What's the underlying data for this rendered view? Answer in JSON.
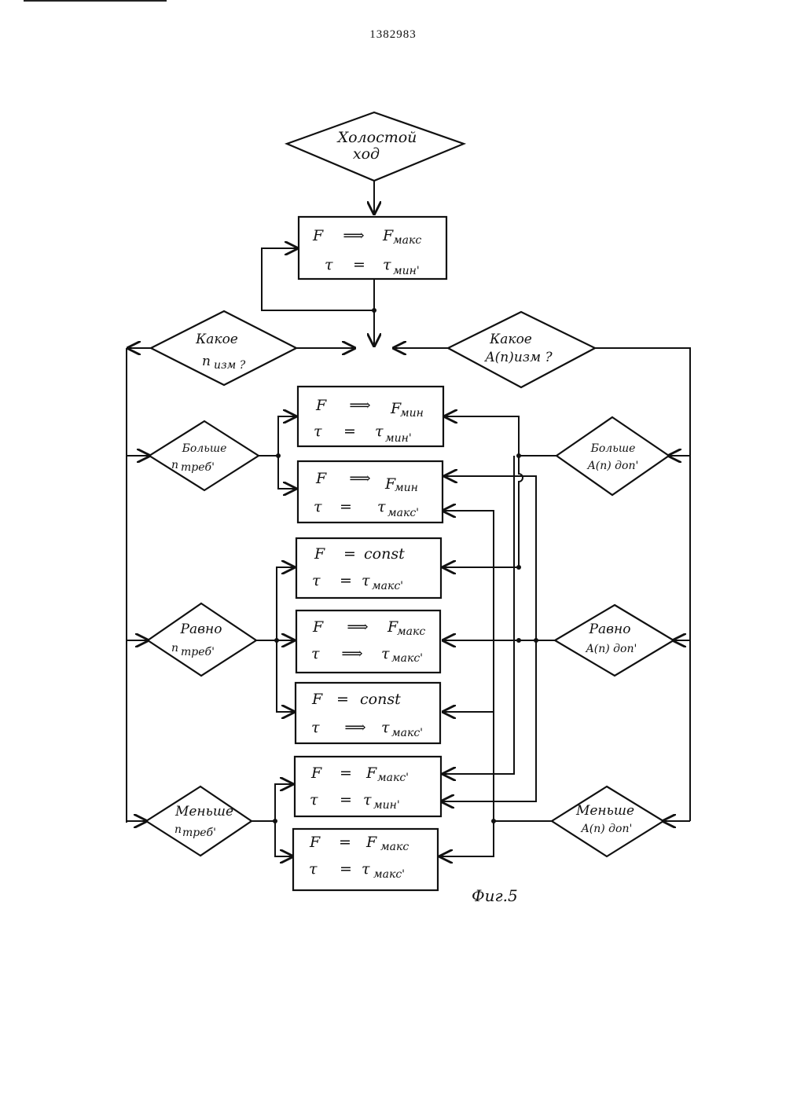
{
  "page": {
    "number": "1382983"
  },
  "diagram": {
    "start": {
      "line1": "Холостой",
      "line2": "ход"
    },
    "init_block": {
      "row1_lhs": "F",
      "row1_op": "⟹",
      "row1_rhs": "F",
      "row1_sub": "макс",
      "row2_lhs": "τ",
      "row2_op": "=",
      "row2_rhs": "τ",
      "row2_sub": "мин'"
    },
    "q_left": {
      "line1": "Какое",
      "line2_main": "n",
      "line2_sub": "изм ?"
    },
    "q_right": {
      "line1": "Какое",
      "line2": "A(n)изм ?"
    },
    "left_conditions": [
      {
        "line1": "Больше",
        "line2_main": "n",
        "line2_sub": "треб'"
      },
      {
        "line1": "Равно",
        "line2_main": "n",
        "line2_sub": "треб'"
      },
      {
        "line1": "Меньше",
        "line2_main": "n",
        "line2_sub": "треб'"
      }
    ],
    "right_conditions": [
      {
        "line1": "Больше",
        "line2": "A(n) доп'"
      },
      {
        "line1": "Равно",
        "line2": "A(n) доп'"
      },
      {
        "line1": "Меньше",
        "line2": "A(n) доп'"
      }
    ],
    "action_blocks": [
      {
        "row1_lhs": "F",
        "row1_op": "⟹",
        "row1_rhs": "F",
        "row1_sub": "мин",
        "row2_lhs": "τ",
        "row2_op": "=",
        "row2_rhs": "τ",
        "row2_sub": "мин'"
      },
      {
        "row1_lhs": "F",
        "row1_op": "⟹",
        "row1_rhs": "F",
        "row1_sub": "мин",
        "row2_lhs": "τ",
        "row2_op": "=",
        "row2_rhs": "τ",
        "row2_sub": "макс'"
      },
      {
        "row1_lhs": "F",
        "row1_op": "=",
        "row1_rhs": "const",
        "row1_sub": "",
        "row2_lhs": "τ",
        "row2_op": "=",
        "row2_rhs": "τ",
        "row2_sub": "макс'"
      },
      {
        "row1_lhs": "F",
        "row1_op": "⟹",
        "row1_rhs": "F",
        "row1_sub": "макс",
        "row2_lhs": "τ",
        "row2_op": "⟹",
        "row2_rhs": "τ",
        "row2_sub": "макс'"
      },
      {
        "row1_lhs": "F",
        "row1_op": "=",
        "row1_rhs": "const",
        "row1_sub": "",
        "row2_lhs": "τ",
        "row2_op": "⟹",
        "row2_rhs": "τ",
        "row2_sub": "макс'"
      },
      {
        "row1_lhs": "F",
        "row1_op": "=",
        "row1_rhs": "F",
        "row1_sub": "макс'",
        "row2_lhs": "τ",
        "row2_op": "=",
        "row2_rhs": "τ",
        "row2_sub": "мин'"
      },
      {
        "row1_lhs": "F",
        "row1_op": "=",
        "row1_rhs": "F",
        "row1_sub": "макс",
        "row2_lhs": "τ",
        "row2_op": "=",
        "row2_rhs": "τ",
        "row2_sub": "макс'"
      }
    ],
    "figure_label": "Фиг.5"
  }
}
